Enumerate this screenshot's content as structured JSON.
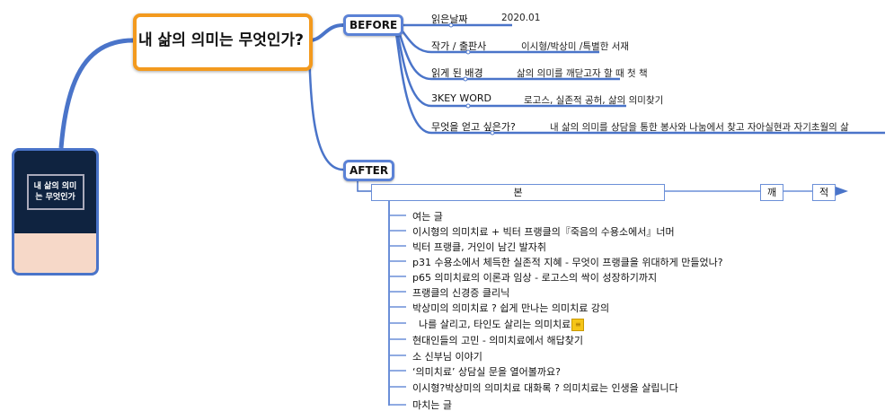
{
  "central": {
    "title": "내 삶의 의미는 무엇인가?"
  },
  "book": {
    "cover_title": "내 삶의 의미는 무엇인가"
  },
  "before": {
    "label": "BEFORE",
    "items": [
      {
        "label": "읽은날짜",
        "value": "2020.01"
      },
      {
        "label": "작가 / 출판사",
        "value": "이시형/박상미 /특별한 서재"
      },
      {
        "label": "읽게 된 배경",
        "value": "삶의 의미를 깨닫고자 할 때 첫 책"
      },
      {
        "label": "3KEY WORD",
        "value": "로고스, 실존적 공허, 삶의 의미찾기"
      },
      {
        "label": "무엇을 얻고 싶은가?",
        "value": "내 삶의 의미를 상담을 통한 봉사와 나눔에서 찾고 자아실현과 자기초월의 삶"
      }
    ]
  },
  "after": {
    "label": "AFTER",
    "timeline": [
      "본",
      "깨",
      "적"
    ],
    "items": [
      "여는 글",
      "이시형의 의미치료 + 빅터 프랭클의『죽음의 수용소에서』너머",
      "빅터 프랭클, 거인이 남긴 발자취",
      "p31 수용소에서 체득한 실존적 지혜 - 무엇이 프랭클을 위대하게 만들었나?",
      "p65 의미치료의 이론과 임상 - 로고스의 싹이 성장하기까지",
      "프랭클의 신경증 클리닉",
      "박상미의 의미치료 ? 쉽게 만나는 의미치료 강의",
      "나를 살리고, 타인도 살리는 의미치료",
      "현대인들의 고민 - 의미치료에서 해답찾기",
      "소 신부님 이야기",
      "‘의미치료’ 상담실 문을 열어볼까요?",
      "이시형?박상미의 의미치료 대화록 ? 의미치료는 인생을 살립니다",
      "마치는 글"
    ]
  },
  "colors": {
    "branch": "#4a74c9",
    "central_border": "#f39a1e",
    "note": "#f5c518"
  }
}
